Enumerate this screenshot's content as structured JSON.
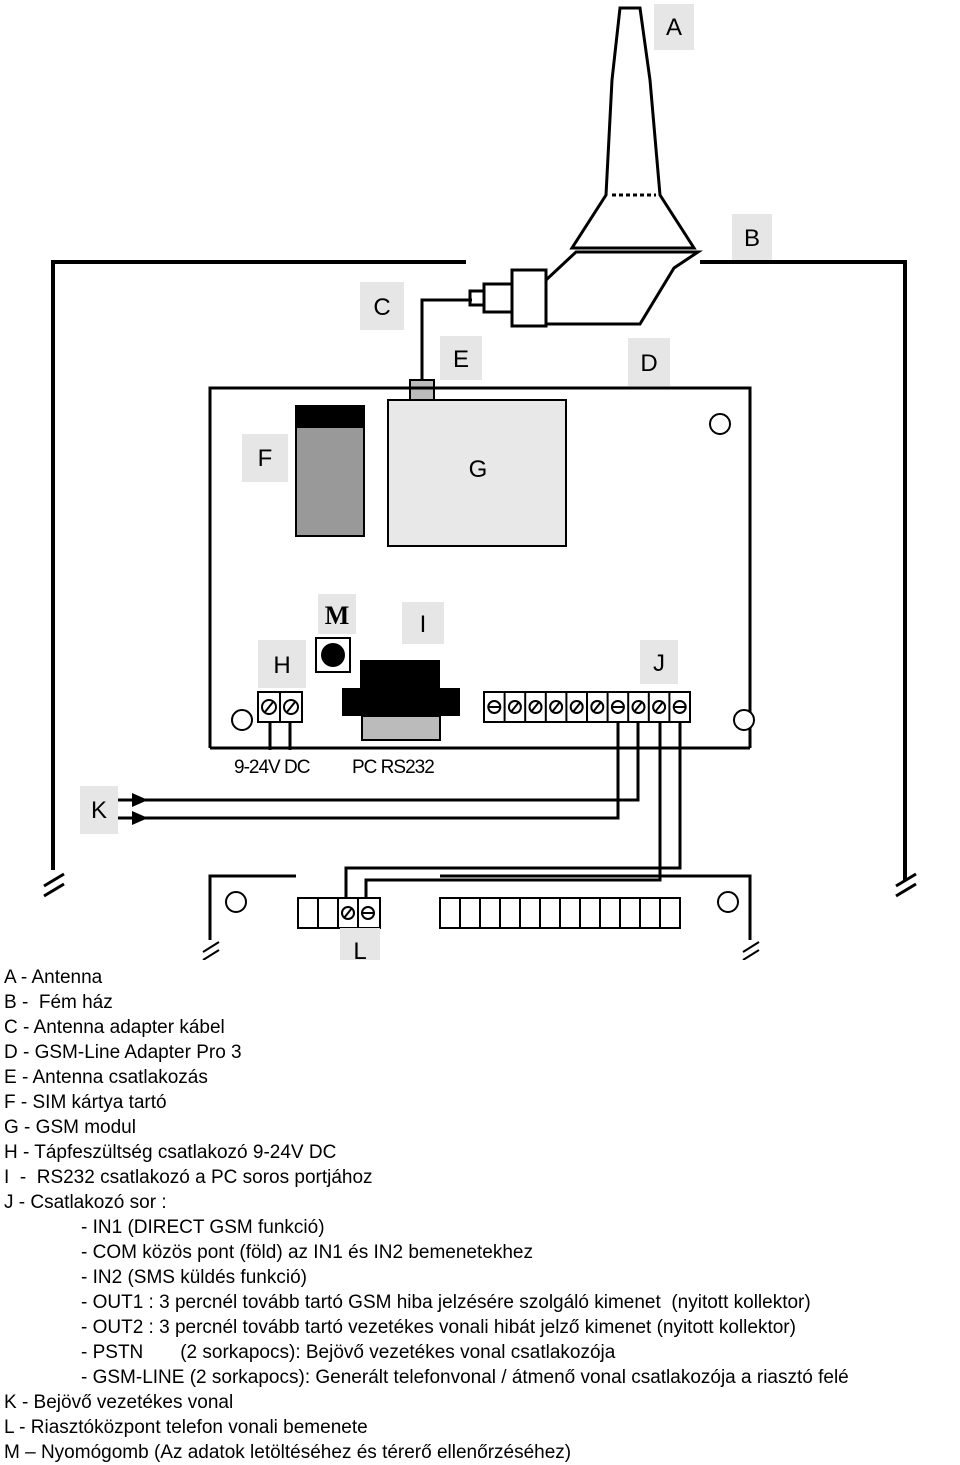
{
  "labels": {
    "a": "A",
    "b": "B",
    "c": "C",
    "d": "D",
    "e": "E",
    "f": "F",
    "g": "G",
    "h": "H",
    "i": "I",
    "j": "J",
    "k": "K",
    "l": "L",
    "m": "M"
  },
  "connector_labels": {
    "power": "9-24V DC",
    "rs232": "PC RS232"
  },
  "legend": [
    {
      "text": "A - Antenna",
      "indent": false
    },
    {
      "text": "B -  Fém ház",
      "indent": false
    },
    {
      "text": "C - Antenna adapter kábel",
      "indent": false
    },
    {
      "text": "D - GSM-Line Adapter Pro 3",
      "indent": false
    },
    {
      "text": "E - Antenna csatlakozás",
      "indent": false
    },
    {
      "text": "F - SIM kártya tartó",
      "indent": false
    },
    {
      "text": "G - GSM modul",
      "indent": false
    },
    {
      "text": "H - Tápfeszültség csatlakozó 9-24V DC",
      "indent": false
    },
    {
      "text": "I  -  RS232 csatlakozó a PC soros portjához",
      "indent": false
    },
    {
      "text": "J - Csatlakozó sor :",
      "indent": false
    },
    {
      "text": "- IN1 (DIRECT GSM funkció)",
      "indent": true
    },
    {
      "text": "- COM közös pont (föld) az IN1 és IN2 bemenetekhez",
      "indent": true
    },
    {
      "text": "- IN2 (SMS küldés funkció)",
      "indent": true
    },
    {
      "text": "- OUT1 : 3 percnél tovább tartó GSM hiba jelzésére szolgáló kimenet  (nyitott kollektor)",
      "indent": true
    },
    {
      "text": "- OUT2 : 3 percnél tovább tartó vezetékes vonali hibát jelző kimenet (nyitott kollektor)",
      "indent": true
    },
    {
      "text": "- PSTN       (2 sorkapocs): Bejövő vezetékes vonal csatlakozója",
      "indent": true
    },
    {
      "text": "- GSM-LINE (2 sorkapocs): Generált telefonvonal / átmenő vonal csatlakozója a riasztó felé",
      "indent": true
    },
    {
      "text": "K - Bejövő vezetékes vonal",
      "indent": false
    },
    {
      "text": "L - Riasztóközpont telefon vonali bemenete",
      "indent": false
    },
    {
      "text": "M – Nyomógomb (Az adatok letöltéséhez és térerő ellenőrzéséhez)",
      "indent": false
    }
  ]
}
